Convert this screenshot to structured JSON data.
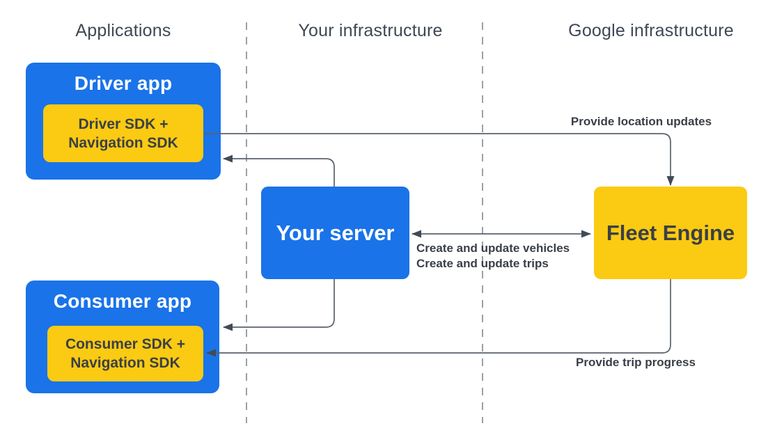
{
  "columns": [
    {
      "label": "Applications"
    },
    {
      "label": "Your infrastructure"
    },
    {
      "label": "Google infrastructure"
    }
  ],
  "nodes": {
    "driver_app": {
      "title": "Driver app",
      "sdk_line1": "Driver SDK +",
      "sdk_line2": "Navigation SDK"
    },
    "consumer_app": {
      "title": "Consumer app",
      "sdk_line1": "Consumer SDK +",
      "sdk_line2": "Navigation SDK"
    },
    "your_server": {
      "title": "Your server"
    },
    "fleet_engine": {
      "title": "Fleet Engine"
    }
  },
  "edges": {
    "provide_location_updates": {
      "label": "Provide location updates"
    },
    "create_and_update": {
      "line1": "Create and update vehicles",
      "line2": "Create and update trips"
    },
    "provide_trip_progress": {
      "label": "Provide trip progress"
    }
  },
  "colors": {
    "blue": "#1a73e8",
    "yellow": "#fbca12",
    "dark_text": "#3b4045",
    "header_text": "#3f4855",
    "connector": "#5a626b",
    "arrowhead": "#414b57",
    "dashed_line": "#9aa0a6",
    "white_text": "#ffffff"
  }
}
